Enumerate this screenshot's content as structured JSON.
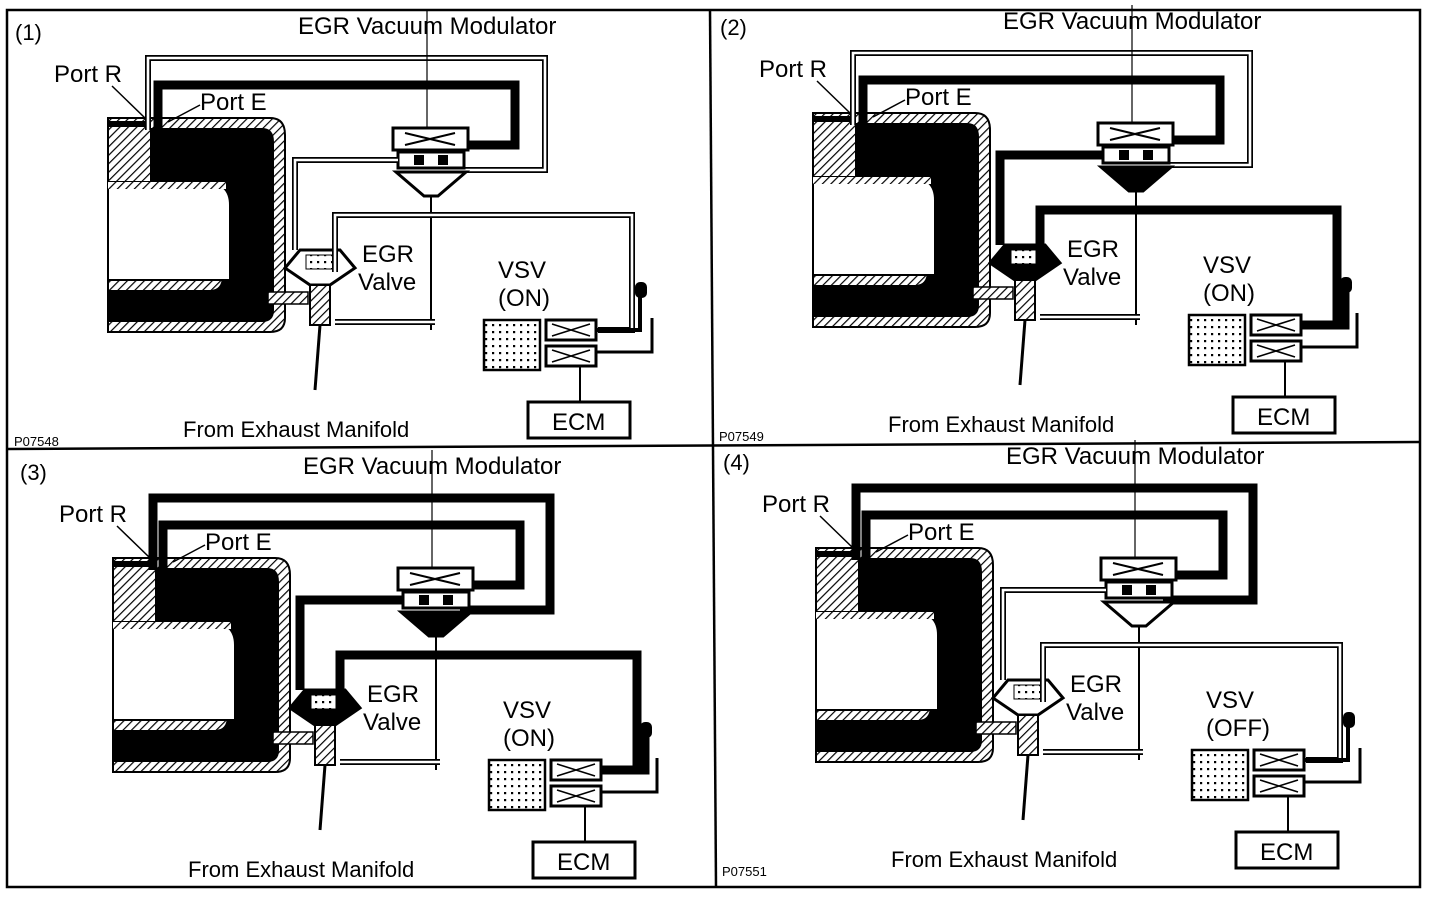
{
  "panels": [
    {
      "number": "(1)",
      "modulator_label": "EGR Vacuum Modulator",
      "port_r_label": "Port R",
      "port_e_label": "Port E",
      "egr_label_1": "EGR",
      "egr_label_2": "Valve",
      "vsv_label": "VSV",
      "vsv_state": "(ON)",
      "ecm_label": "ECM",
      "exhaust_label": "From Exhaust Manifold",
      "figure_code": "P07548"
    },
    {
      "number": "(2)",
      "modulator_label": "EGR Vacuum Modulator",
      "port_r_label": "Port R",
      "port_e_label": "Port E",
      "egr_label_1": "EGR",
      "egr_label_2": "Valve",
      "vsv_label": "VSV",
      "vsv_state": "(ON)",
      "ecm_label": "ECM",
      "exhaust_label": "From Exhaust Manifold",
      "figure_code": "P07549"
    },
    {
      "number": "(3)",
      "modulator_label": "EGR Vacuum Modulator",
      "port_r_label": "Port R",
      "port_e_label": "Port E",
      "egr_label_1": "EGR",
      "egr_label_2": "Valve",
      "vsv_label": "VSV",
      "vsv_state": "(ON)",
      "ecm_label": "ECM",
      "exhaust_label": "From Exhaust Manifold",
      "figure_code": ""
    },
    {
      "number": "(4)",
      "modulator_label": "EGR Vacuum Modulator",
      "port_r_label": "Port R",
      "port_e_label": "Port E",
      "egr_label_1": "EGR",
      "egr_label_2": "Valve",
      "vsv_label": "VSV",
      "vsv_state": "(OFF)",
      "ecm_label": "ECM",
      "exhaust_label": "From Exhaust Manifold",
      "figure_code": "P07551"
    }
  ],
  "line_states": [
    {
      "port_r_line": "open",
      "port_e_line": "vacuum",
      "vsv_line": "open",
      "chamber": "open"
    },
    {
      "port_r_line": "open",
      "port_e_line": "vacuum",
      "vsv_line": "vacuum",
      "chamber": "vacuum"
    },
    {
      "port_r_line": "vacuum",
      "port_e_line": "vacuum",
      "vsv_line": "vacuum",
      "chamber": "vacuum"
    },
    {
      "port_r_line": "vacuum",
      "port_e_line": "vacuum",
      "vsv_line": "open",
      "chamber": "open"
    }
  ],
  "colors": {
    "ink": "#000000",
    "paper": "#ffffff"
  }
}
